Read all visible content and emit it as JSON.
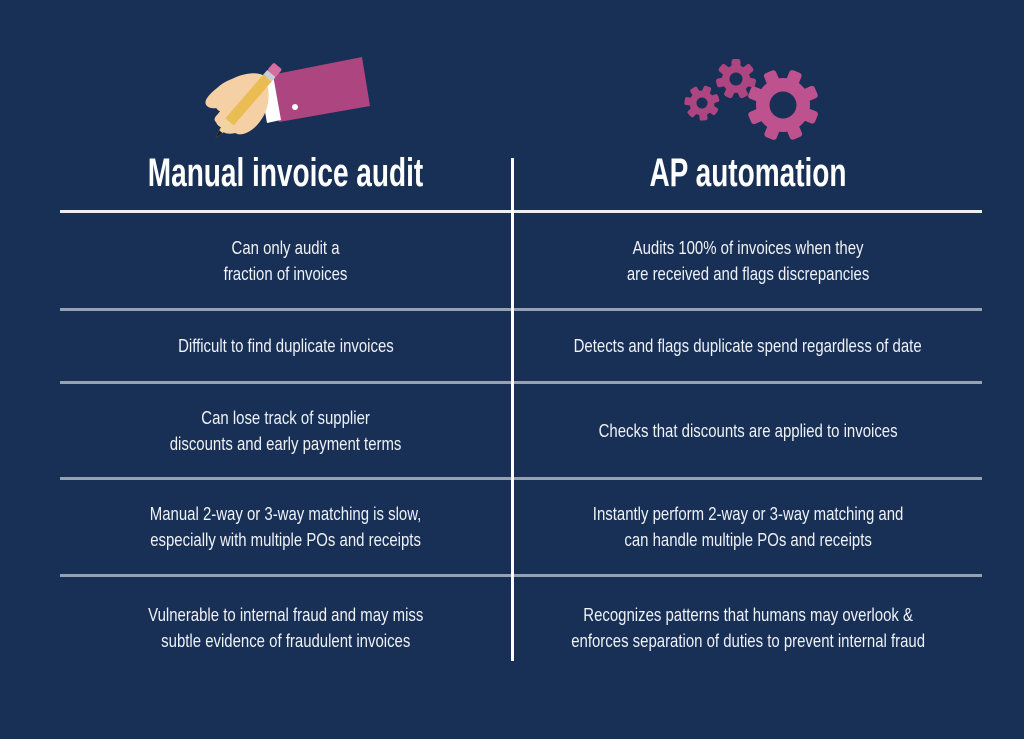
{
  "page": {
    "kind": "comparison-infographic",
    "background": "#182F56"
  },
  "colors": {
    "background_navy": "#182F56",
    "accent_magenta": "#AC4580",
    "accent_magenta_bright": "#BE528F",
    "skin": "#F6D0A5",
    "pencil_yellow": "#E9BD54",
    "eraser_pink": "#D76C9E",
    "divider_strong": "#FFFFFF",
    "divider_soft": "rgba(255,255,255,0.55)",
    "text": "#EFF2F7"
  },
  "columns": [
    {
      "title": "Manual invoice audit",
      "icon": "hand-writing-pencil-icon",
      "rows": [
        "Can only audit a\nfraction of invoices",
        "Difficult to find duplicate invoices",
        "Can lose track of supplier\ndiscounts and early payment terms",
        "Manual 2-way or 3-way matching is slow,\nespecially with multiple POs and receipts",
        "Vulnerable to internal fraud and may miss\nsubtle evidence of fraudulent invoices"
      ]
    },
    {
      "title": "AP automation",
      "icon": "gears-icon",
      "rows": [
        "Audits 100% of invoices when they\nare received and flags discrepancies",
        "Detects and flags duplicate spend regardless of date",
        "Checks that discounts are applied to invoices",
        "Instantly perform 2-way or 3-way matching and\ncan handle multiple POs and receipts",
        "Recognizes patterns that humans may overlook &\nenforces separation of duties to prevent internal fraud"
      ]
    }
  ]
}
